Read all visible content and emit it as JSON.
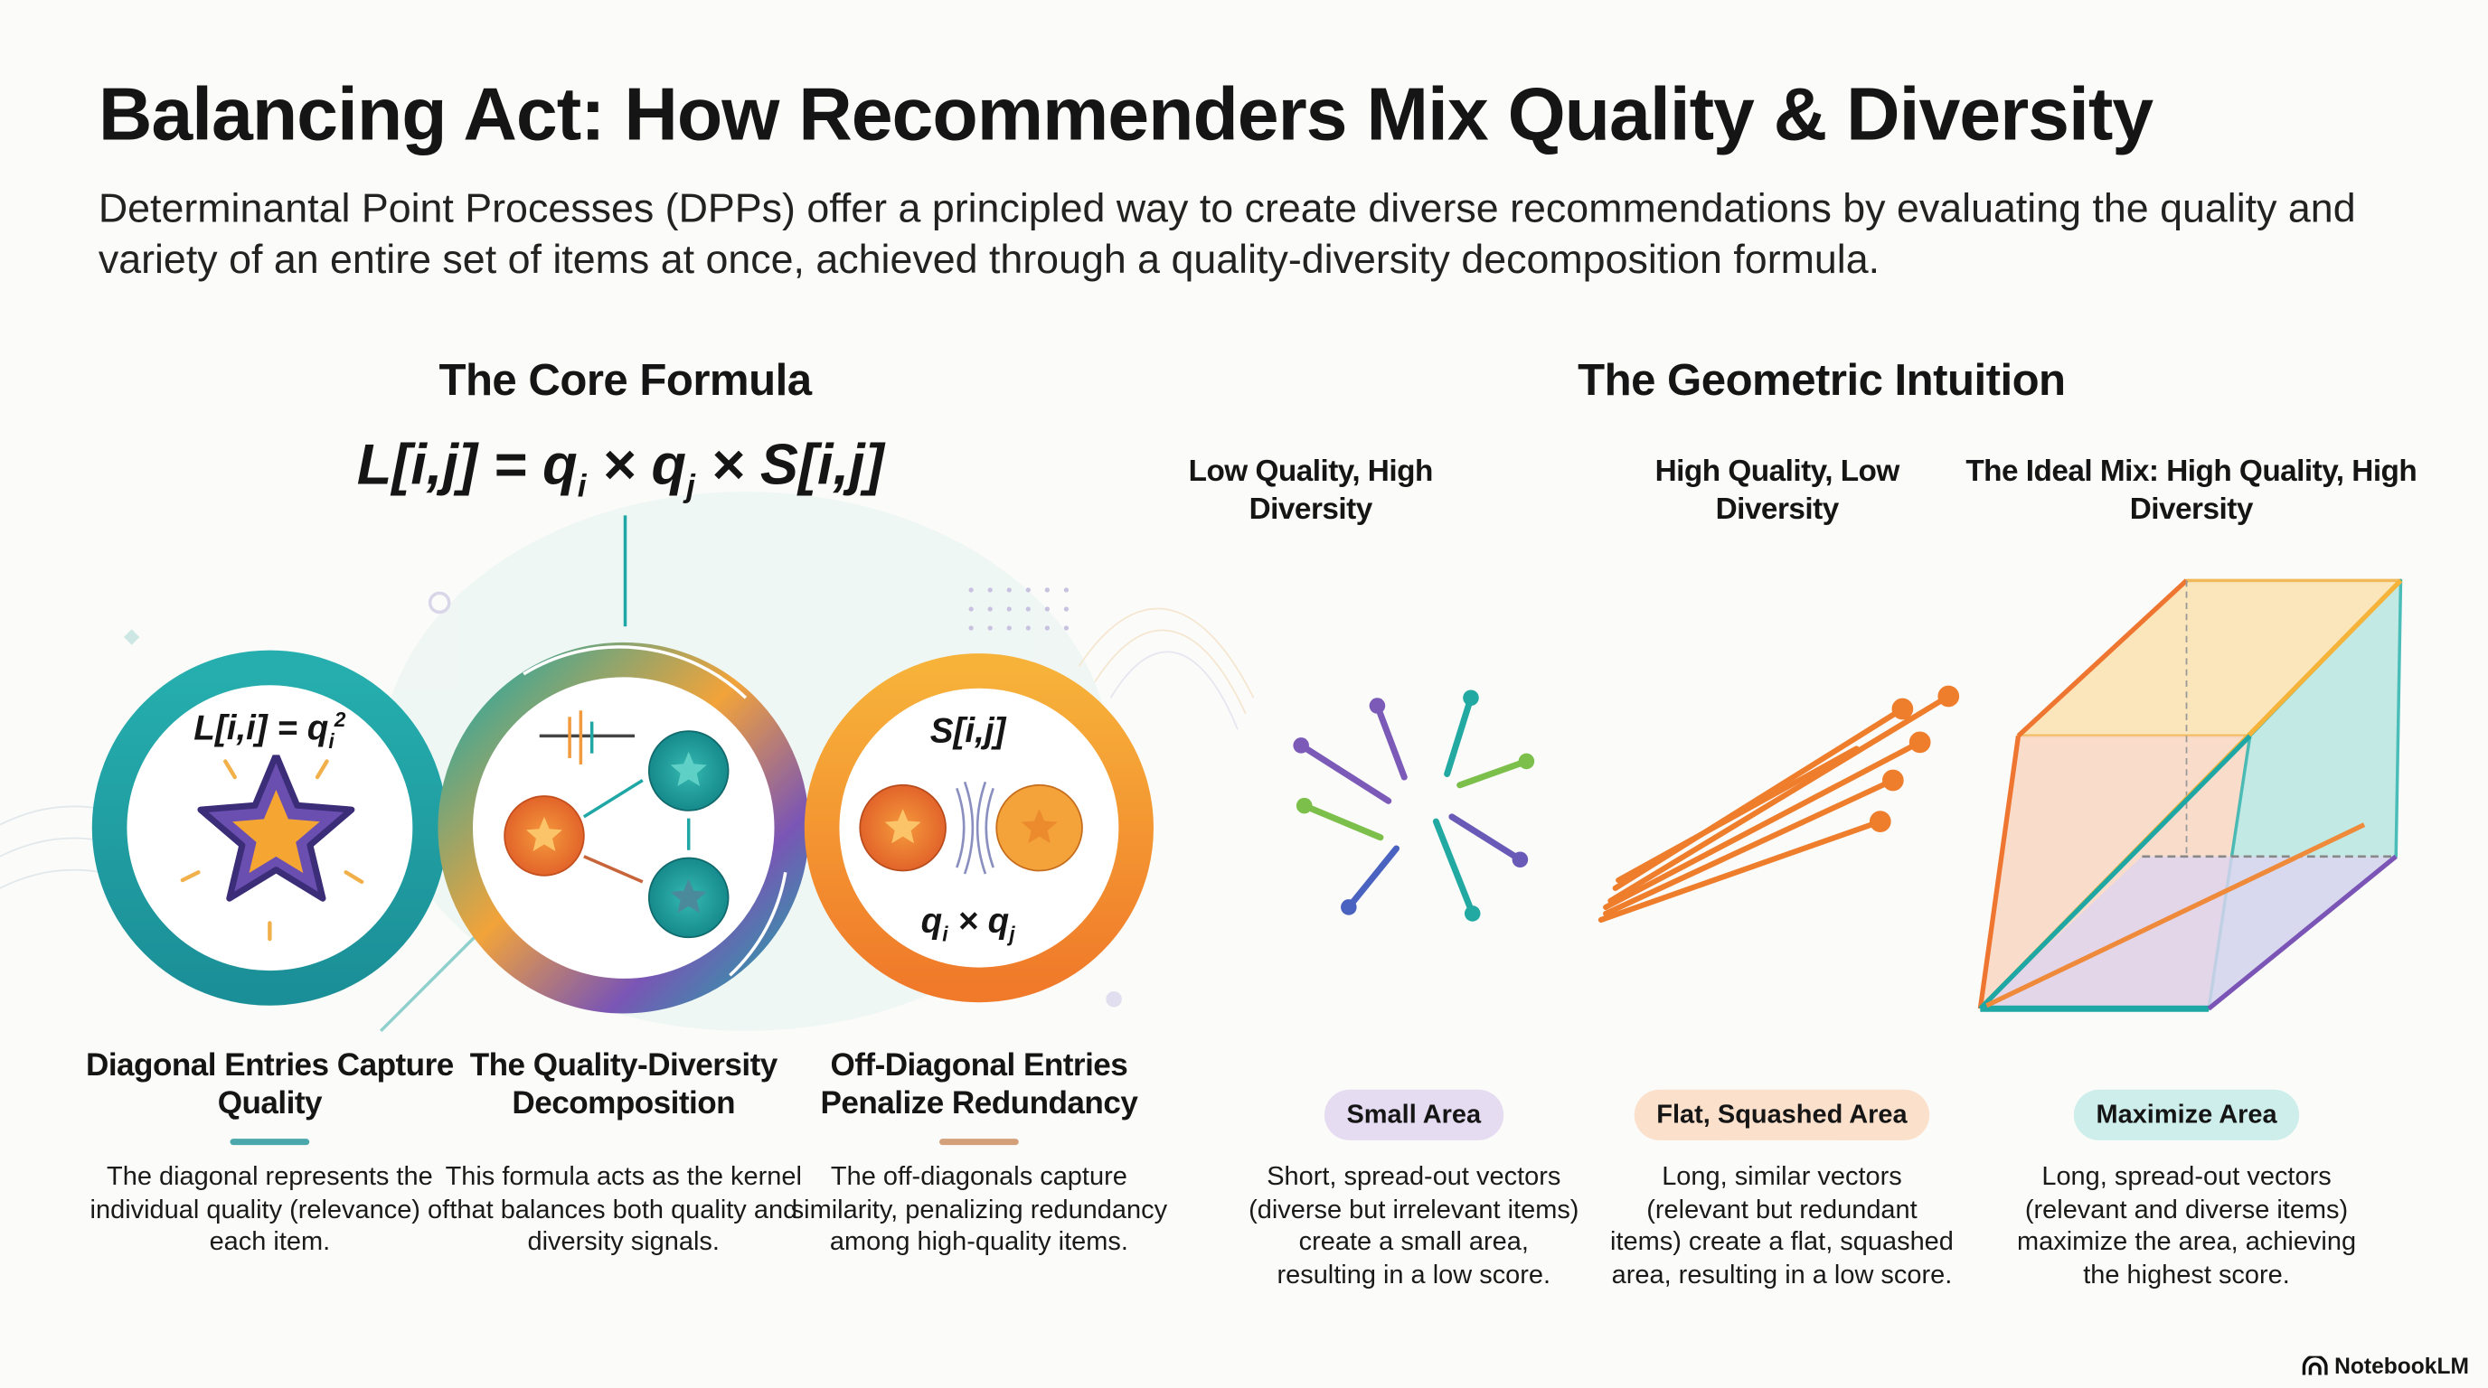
{
  "title": "Balancing Act: How Recommenders Mix Quality & Diversity",
  "subtitle": "Determinantal Point Processes (DPPs) offer a principled way to create diverse recommendations by evaluating the quality and variety of an entire set of items at once, achieved through a quality-diversity decomposition formula.",
  "core": {
    "heading": "The Core Formula",
    "formula": {
      "p1": "L[i,j] = q",
      "s1": "i",
      "p2": " × q",
      "s2": "j",
      "p3": " × S[i,j]"
    },
    "circles": {
      "left": {
        "p1": "L[i,i] = q",
        "sub": "i",
        "sup": "2"
      },
      "right": {
        "top": "S[i,j]",
        "q1": "q",
        "s1": "i",
        "x": " × q",
        "s2": "j"
      }
    },
    "columns": [
      {
        "title": "Diagonal Entries Capture Quality",
        "desc": "The diagonal represents the individual quality (relevance) of each item."
      },
      {
        "title": "The Quality-Diversity Decomposition",
        "desc": "This formula acts as the kernel that balances both quality and diversity signals."
      },
      {
        "title": "Off-Diagonal Entries Penalize Redundancy",
        "desc": "The off-diagonals capture similarity, penalizing redundancy among high-quality items."
      }
    ]
  },
  "geometric": {
    "heading": "The Geometric Intuition",
    "columns": [
      {
        "title": "Low Quality, High Diversity",
        "pill": "Small Area",
        "pill_color": "#e6dcf1",
        "desc": "Short, spread-out vectors (diverse but irrelevant items) create a small area, resulting in a low score."
      },
      {
        "title": "High Quality, Low Diversity",
        "pill": "Flat, Squashed Area",
        "pill_color": "#fbe0cc",
        "desc": "Long, similar vectors (relevant but redundant items) create a flat, squashed area, resulting in a low score."
      },
      {
        "title": "The Ideal Mix: High Quality, High Diversity",
        "pill": "Maximize Area",
        "pill_color": "#cdeeea",
        "desc": "Long, spread-out vectors (relevant and diverse items) maximize the area, achieving the highest score."
      }
    ]
  },
  "colors": {
    "teal": "#1fa7a6",
    "orange": "#f28a2e",
    "purple": "#6a4fb0",
    "green": "#7cbf4a"
  },
  "brand": "NotebookLM"
}
